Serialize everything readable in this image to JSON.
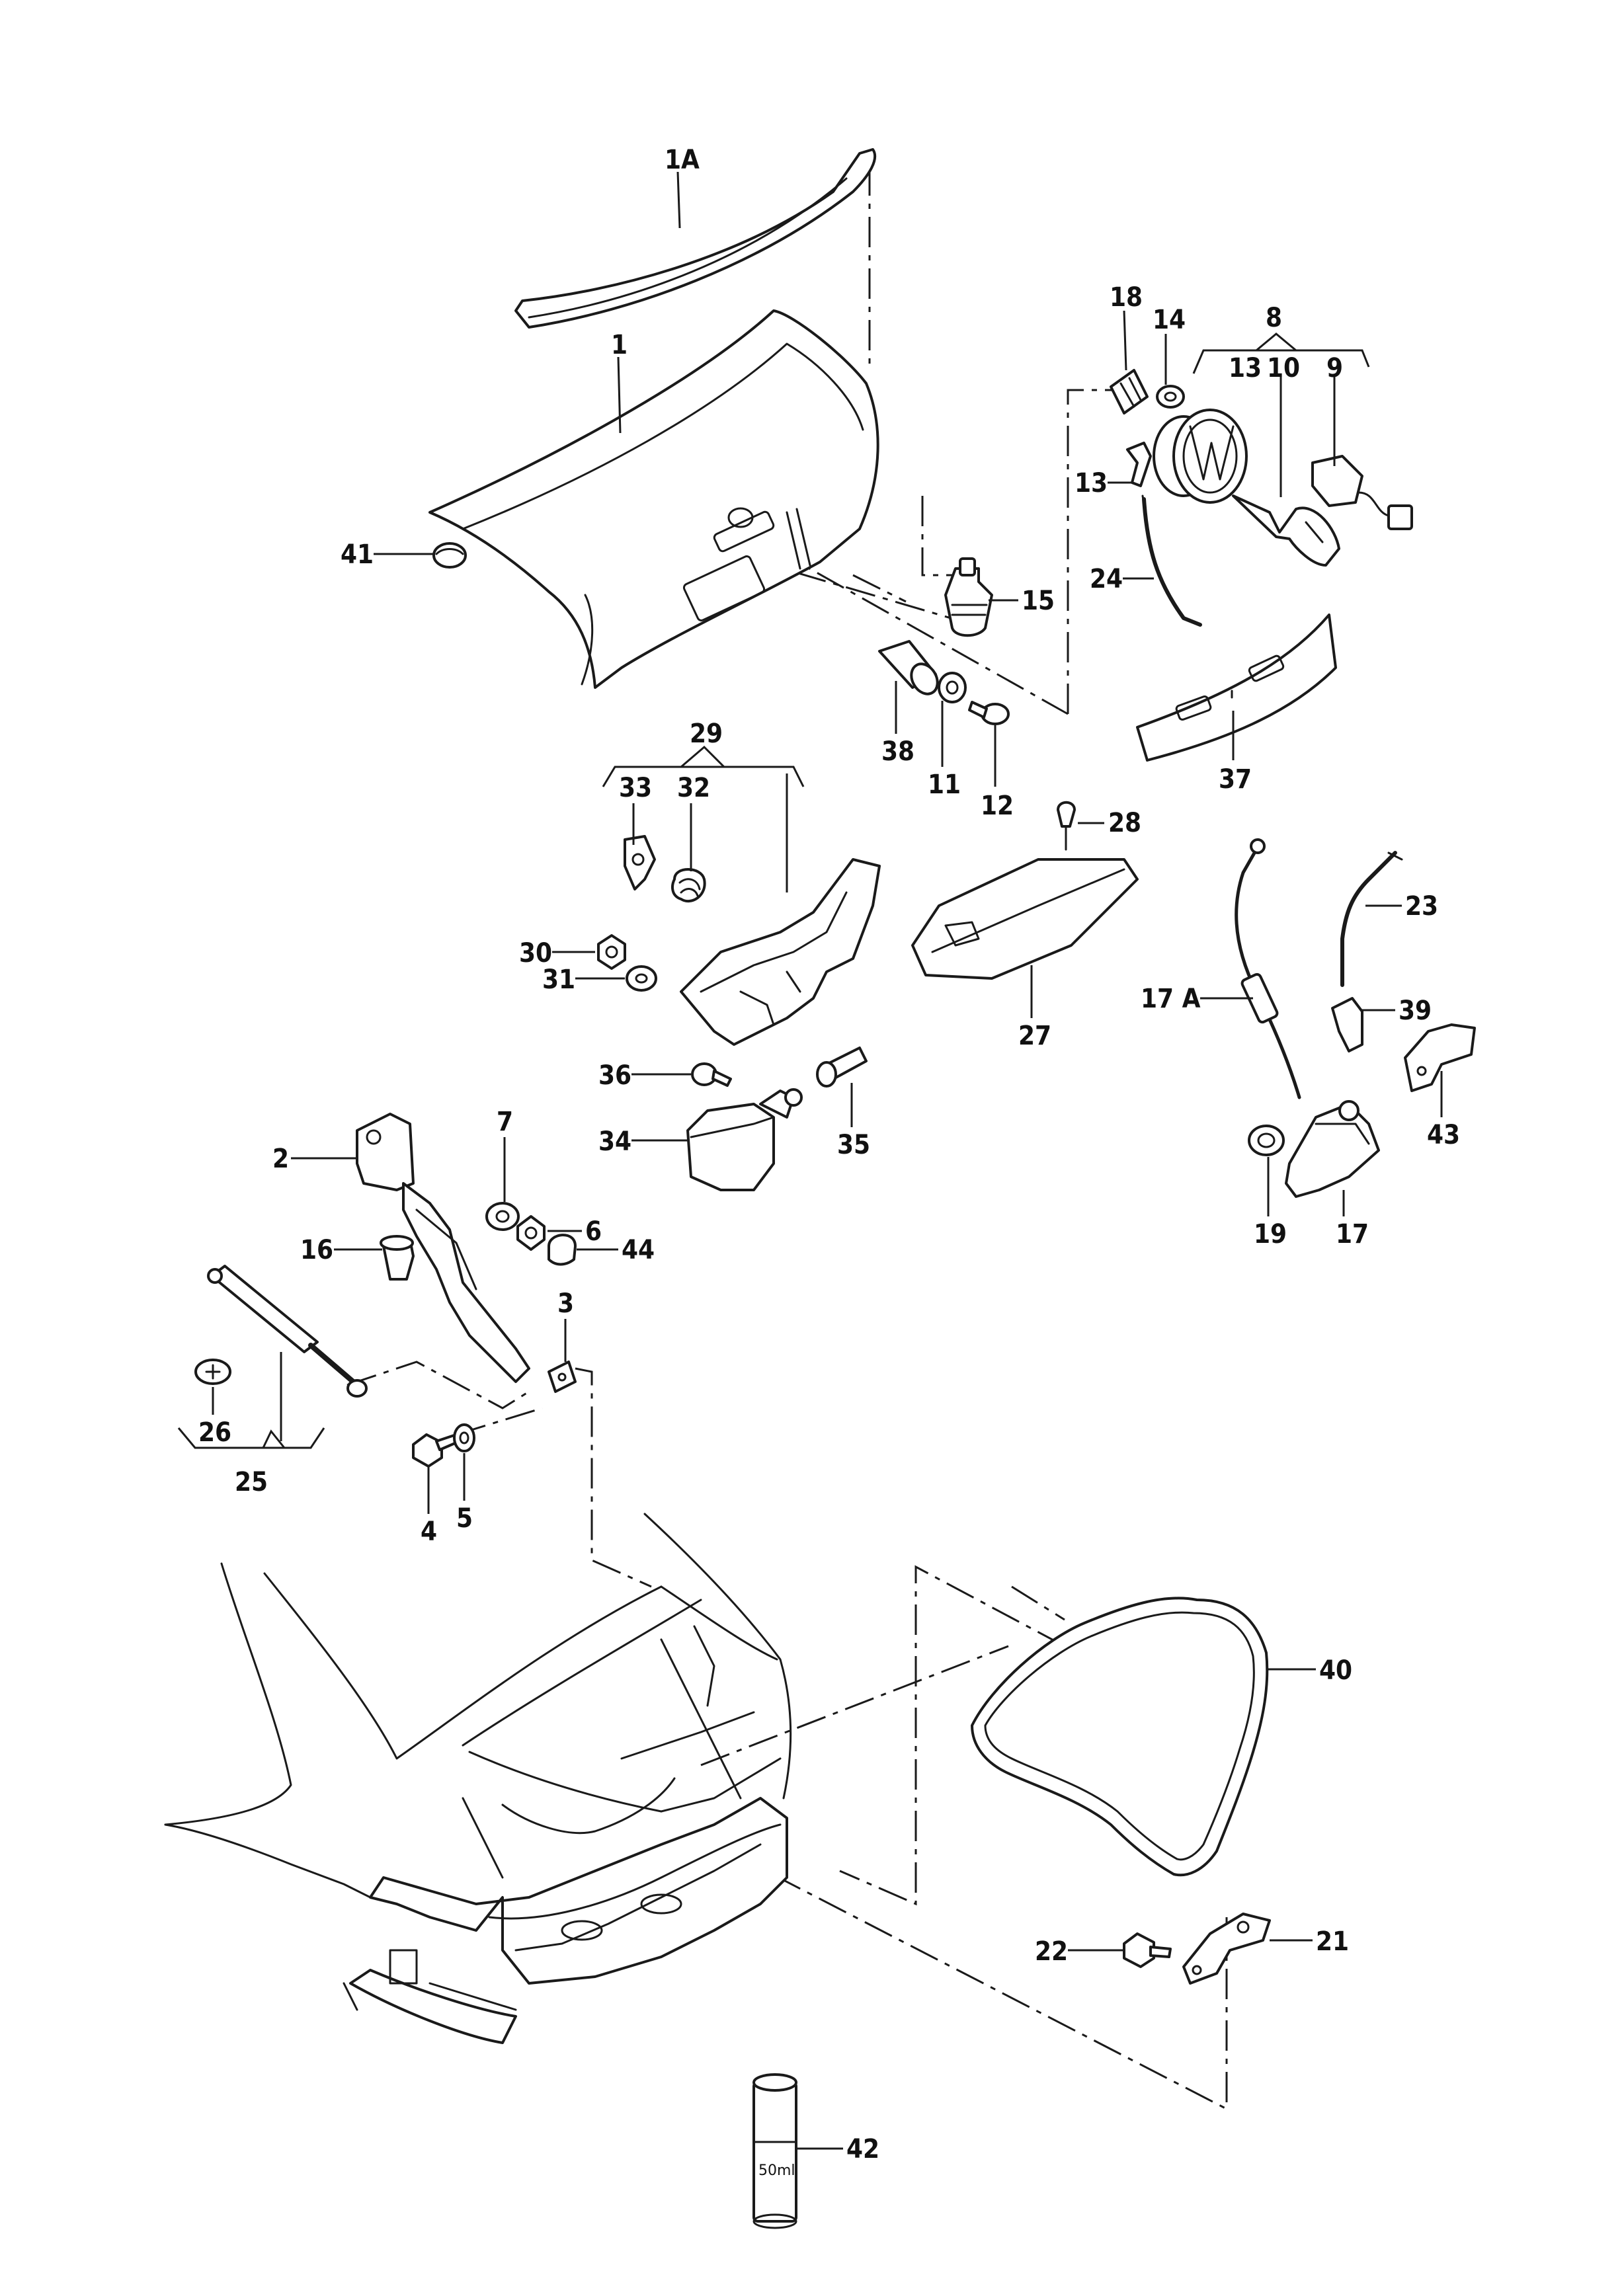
{
  "diagram": {
    "callouts": {
      "c1A": "1A",
      "c1": "1",
      "c2": "2",
      "c3": "3",
      "c4": "4",
      "c5": "5",
      "c6": "6",
      "c7": "7",
      "c8": "8",
      "c9": "9",
      "c10": "10",
      "c11": "11",
      "c12": "12",
      "c13a": "13",
      "c13b": "13",
      "c14": "14",
      "c15": "15",
      "c16": "16",
      "c17": "17",
      "c17A": "17 A",
      "c18": "18",
      "c19": "19",
      "c21": "21",
      "c22": "22",
      "c23": "23",
      "c24": "24",
      "c25": "25",
      "c26": "26",
      "c27": "27",
      "c28": "28",
      "c29": "29",
      "c30": "30",
      "c31": "31",
      "c32": "32",
      "c33": "33",
      "c34": "34",
      "c35": "35",
      "c36": "36",
      "c37": "37",
      "c38": "38",
      "c39": "39",
      "c40": "40",
      "c41": "41",
      "c42": "42",
      "c43": "43",
      "c44": "44"
    },
    "can_label": "50ml"
  }
}
